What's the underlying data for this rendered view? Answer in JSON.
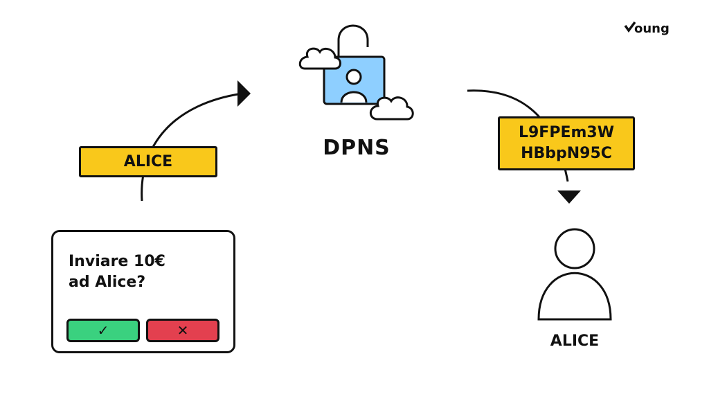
{
  "logo": {
    "mark": "✓",
    "text": "oung"
  },
  "server": {
    "title": "DPNS"
  },
  "sender_label": "ALICE",
  "address": {
    "line1": "L9FPEm3W",
    "line2": "HBbpN95C"
  },
  "dialog": {
    "question_line1": "Inviare 10€",
    "question_line2": "ad Alice?",
    "confirm_icon": "✓",
    "cancel_icon": "✕"
  },
  "recipient": {
    "label": "ALICE"
  },
  "colors": {
    "label_yellow": "#f9c81b",
    "confirm_green": "#3ad17f",
    "cancel_red": "#e3404f",
    "screen_blue": "#8ecfff"
  },
  "icons": [
    "cloud-icon",
    "padlock-shackle-icon",
    "user-icon",
    "arrow-icon"
  ]
}
